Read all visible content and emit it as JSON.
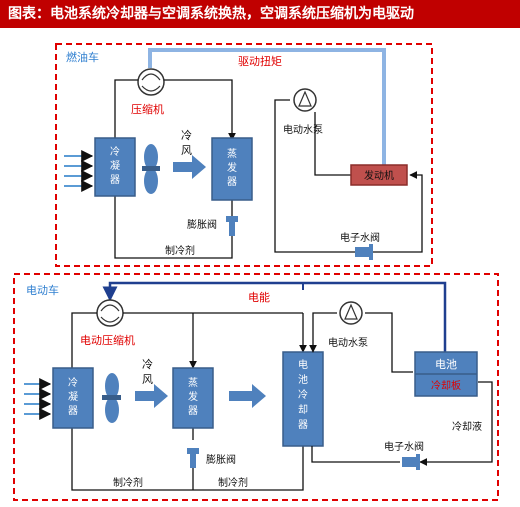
{
  "header": {
    "title": "图表：电池系统冷却器与空调系统换热，空调系统压缩机为电驱动"
  },
  "top": {
    "section_label": "燃油车",
    "compressor_label": "压缩机",
    "drive_torque_label": "驱动扭矩",
    "condenser_label": "冷\n凝\n器",
    "cold_air_label": "冷\n风",
    "evaporator_label": "蒸\n发\n器",
    "expansion_valve_label": "膨胀阀",
    "refrigerant_label": "制冷剂",
    "pump_label": "电动水泵",
    "engine_label": "发动机",
    "water_valve_label": "电子水阀"
  },
  "bottom": {
    "section_label": "电动车",
    "compressor_label": "电动压缩机",
    "electric_label": "电能",
    "condenser_label": "冷\n凝\n器",
    "cold_air_label": "冷\n风",
    "evaporator_label": "蒸\n发\n器",
    "expansion_valve_label": "膨胀阀",
    "battery_cooler_label": "电\n池\n冷\n却\n器",
    "pump_label": "电动水泵",
    "battery_label": "电池",
    "cold_plate_label": "冷却板",
    "coolant_label": "冷却液",
    "water_valve_label": "电子水阀",
    "refrigerant_label_1": "制冷剂",
    "refrigerant_label_2": "制冷剂"
  },
  "colors": {
    "header_bg": "#c00000",
    "box_fill": "#4f81bd",
    "box_stroke": "#385d8a",
    "engine_fill": "#c0504d",
    "dash_red": "#e00000",
    "drive_line": "#8eb4e3",
    "elec_line": "#1f3f8f",
    "red_text": "#e00000"
  }
}
